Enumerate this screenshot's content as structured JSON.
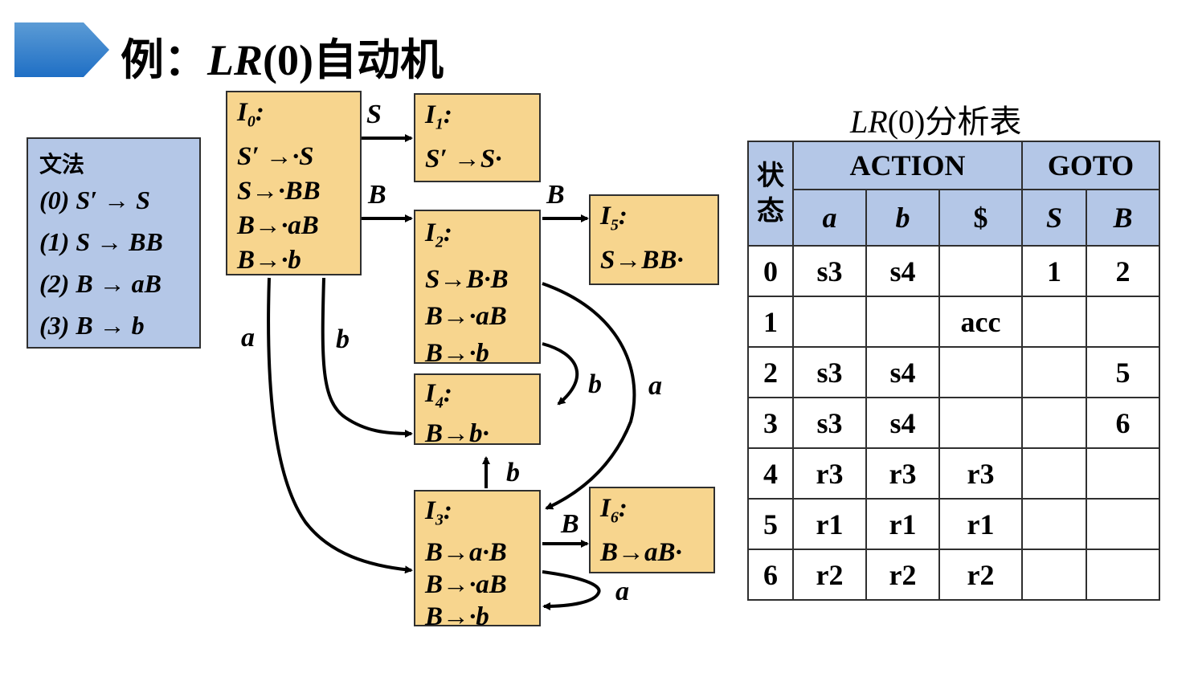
{
  "title": {
    "prefix": "例：",
    "lr": "LR",
    "paren": "(0)",
    "suffix": "自动机"
  },
  "colors": {
    "state_fill": "#f7d58e",
    "header_fill": "#b4c7e7",
    "banner": "#2e75c8"
  },
  "grammar": {
    "title": "文法",
    "rules": [
      "(0) S′ → S",
      "(1) S → BB",
      "(2) B → aB",
      "(3) B → b"
    ]
  },
  "states": {
    "I0": {
      "name": "I0:",
      "items": [
        "S′ →·S",
        "S→·BB",
        "B→·aB",
        "B→·b"
      ]
    },
    "I1": {
      "name": "I1:",
      "items": [
        "S′ →S·"
      ]
    },
    "I2": {
      "name": "I2:",
      "items": [
        "S→B·B",
        "B→·aB",
        "B→·b"
      ]
    },
    "I3": {
      "name": "I3:",
      "items": [
        "B→a·B",
        "B→·aB",
        "B→·b"
      ]
    },
    "I4": {
      "name": "I4:",
      "items": [
        "B→b·"
      ]
    },
    "I5": {
      "name": "I5:",
      "items": [
        "S→BB·"
      ]
    },
    "I6": {
      "name": "I6:",
      "items": [
        "B→aB·"
      ]
    }
  },
  "edges": {
    "I0_I1": "S",
    "I0_I2": "B",
    "I2_I5": "B",
    "I0_I3": "a",
    "I0_I4": "b",
    "I2_I4": "b",
    "I2_I3": "a",
    "I3_I4": "b",
    "I3_I6": "B",
    "I3_I3": "a"
  },
  "table": {
    "caption_lr": "LR",
    "caption_rest": "(0)分析表",
    "state_header": "状态",
    "action_header": "ACTION",
    "goto_header": "GOTO",
    "action_cols": [
      "a",
      "b",
      "$"
    ],
    "goto_cols": [
      "S",
      "B"
    ],
    "rows": [
      [
        "0",
        "s3",
        "s4",
        "",
        "1",
        "2"
      ],
      [
        "1",
        "",
        "",
        "acc",
        "",
        ""
      ],
      [
        "2",
        "s3",
        "s4",
        "",
        "",
        "5"
      ],
      [
        "3",
        "s3",
        "s4",
        "",
        "",
        "6"
      ],
      [
        "4",
        "r3",
        "r3",
        "r3",
        "",
        ""
      ],
      [
        "5",
        "r1",
        "r1",
        "r1",
        "",
        ""
      ],
      [
        "6",
        "r2",
        "r2",
        "r2",
        "",
        ""
      ]
    ]
  }
}
